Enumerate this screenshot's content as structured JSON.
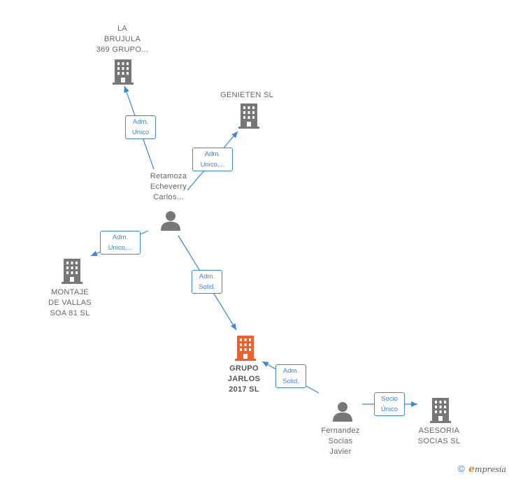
{
  "nodes": {
    "la_brujula": {
      "label": [
        "LA",
        "BRUJULA",
        "369 GRUPO..."
      ],
      "type": "company"
    },
    "genieten": {
      "label": [
        "GENIETEN  SL"
      ],
      "type": "company"
    },
    "retamoza": {
      "label": [
        "Retamoza",
        "Echeverry",
        "Carlos..."
      ],
      "type": "person"
    },
    "montaje": {
      "label": [
        "MONTAJE",
        "DE VALLAS",
        "SOA 81  SL"
      ],
      "type": "company"
    },
    "grupo_jarlos": {
      "label": [
        "GRUPO",
        "JARLOS",
        "2017  SL"
      ],
      "type": "company-main"
    },
    "fernandez": {
      "label": [
        "Fernandez",
        "Socias",
        "Javier"
      ],
      "type": "person"
    },
    "asesoria": {
      "label": [
        "ASESORIA",
        "SOCIAS  SL"
      ],
      "type": "company"
    }
  },
  "edges": {
    "e1": [
      "Adm.",
      "Unico"
    ],
    "e2": [
      "Adm.",
      "Unico,..."
    ],
    "e3": [
      "Adm.",
      "Unico,..."
    ],
    "e4": [
      "Adm.",
      "Solid."
    ],
    "e5": [
      "Adm.",
      "Solid."
    ],
    "e6": [
      "Socio",
      "Único"
    ]
  },
  "colors": {
    "edge": "#3f86d8",
    "node": "#777777",
    "main": "#f0602c"
  },
  "footer": {
    "copyright": "©",
    "brand_initial": "e",
    "brand_rest": "mpresia"
  }
}
